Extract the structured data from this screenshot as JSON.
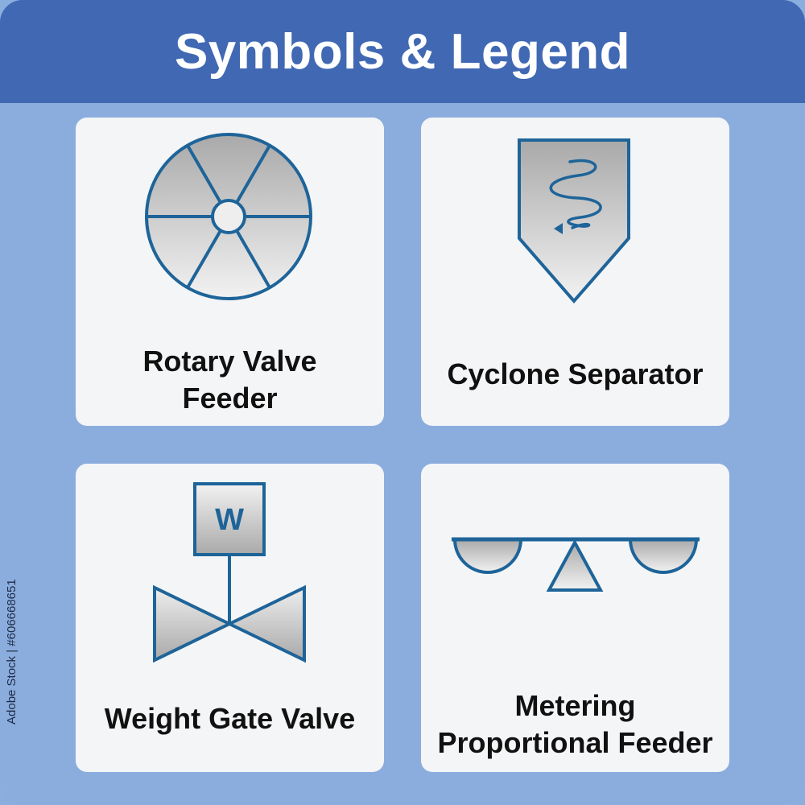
{
  "title": "Symbols & Legend",
  "colors": {
    "header": "#4068b3",
    "background": "#8badde",
    "card": "#f4f5f7",
    "stroke": "#1e6499",
    "fill_light": "#eeeeee",
    "fill_dark": "#a9a9a9"
  },
  "symbols": [
    {
      "icon": "rotary-valve-feeder-icon",
      "label_lines": [
        "Rotary Valve",
        "Feeder"
      ]
    },
    {
      "icon": "cyclone-separator-icon",
      "label_lines": [
        "Cyclone Separator"
      ]
    },
    {
      "icon": "weight-gate-valve-icon",
      "label_lines": [
        "Weight Gate Valve"
      ],
      "box_letter": "W"
    },
    {
      "icon": "metering-proportional-feeder-icon",
      "label_lines": [
        "Metering",
        "Proportional Feeder"
      ]
    }
  ],
  "side_text": "Adobe Stock | #606668651"
}
